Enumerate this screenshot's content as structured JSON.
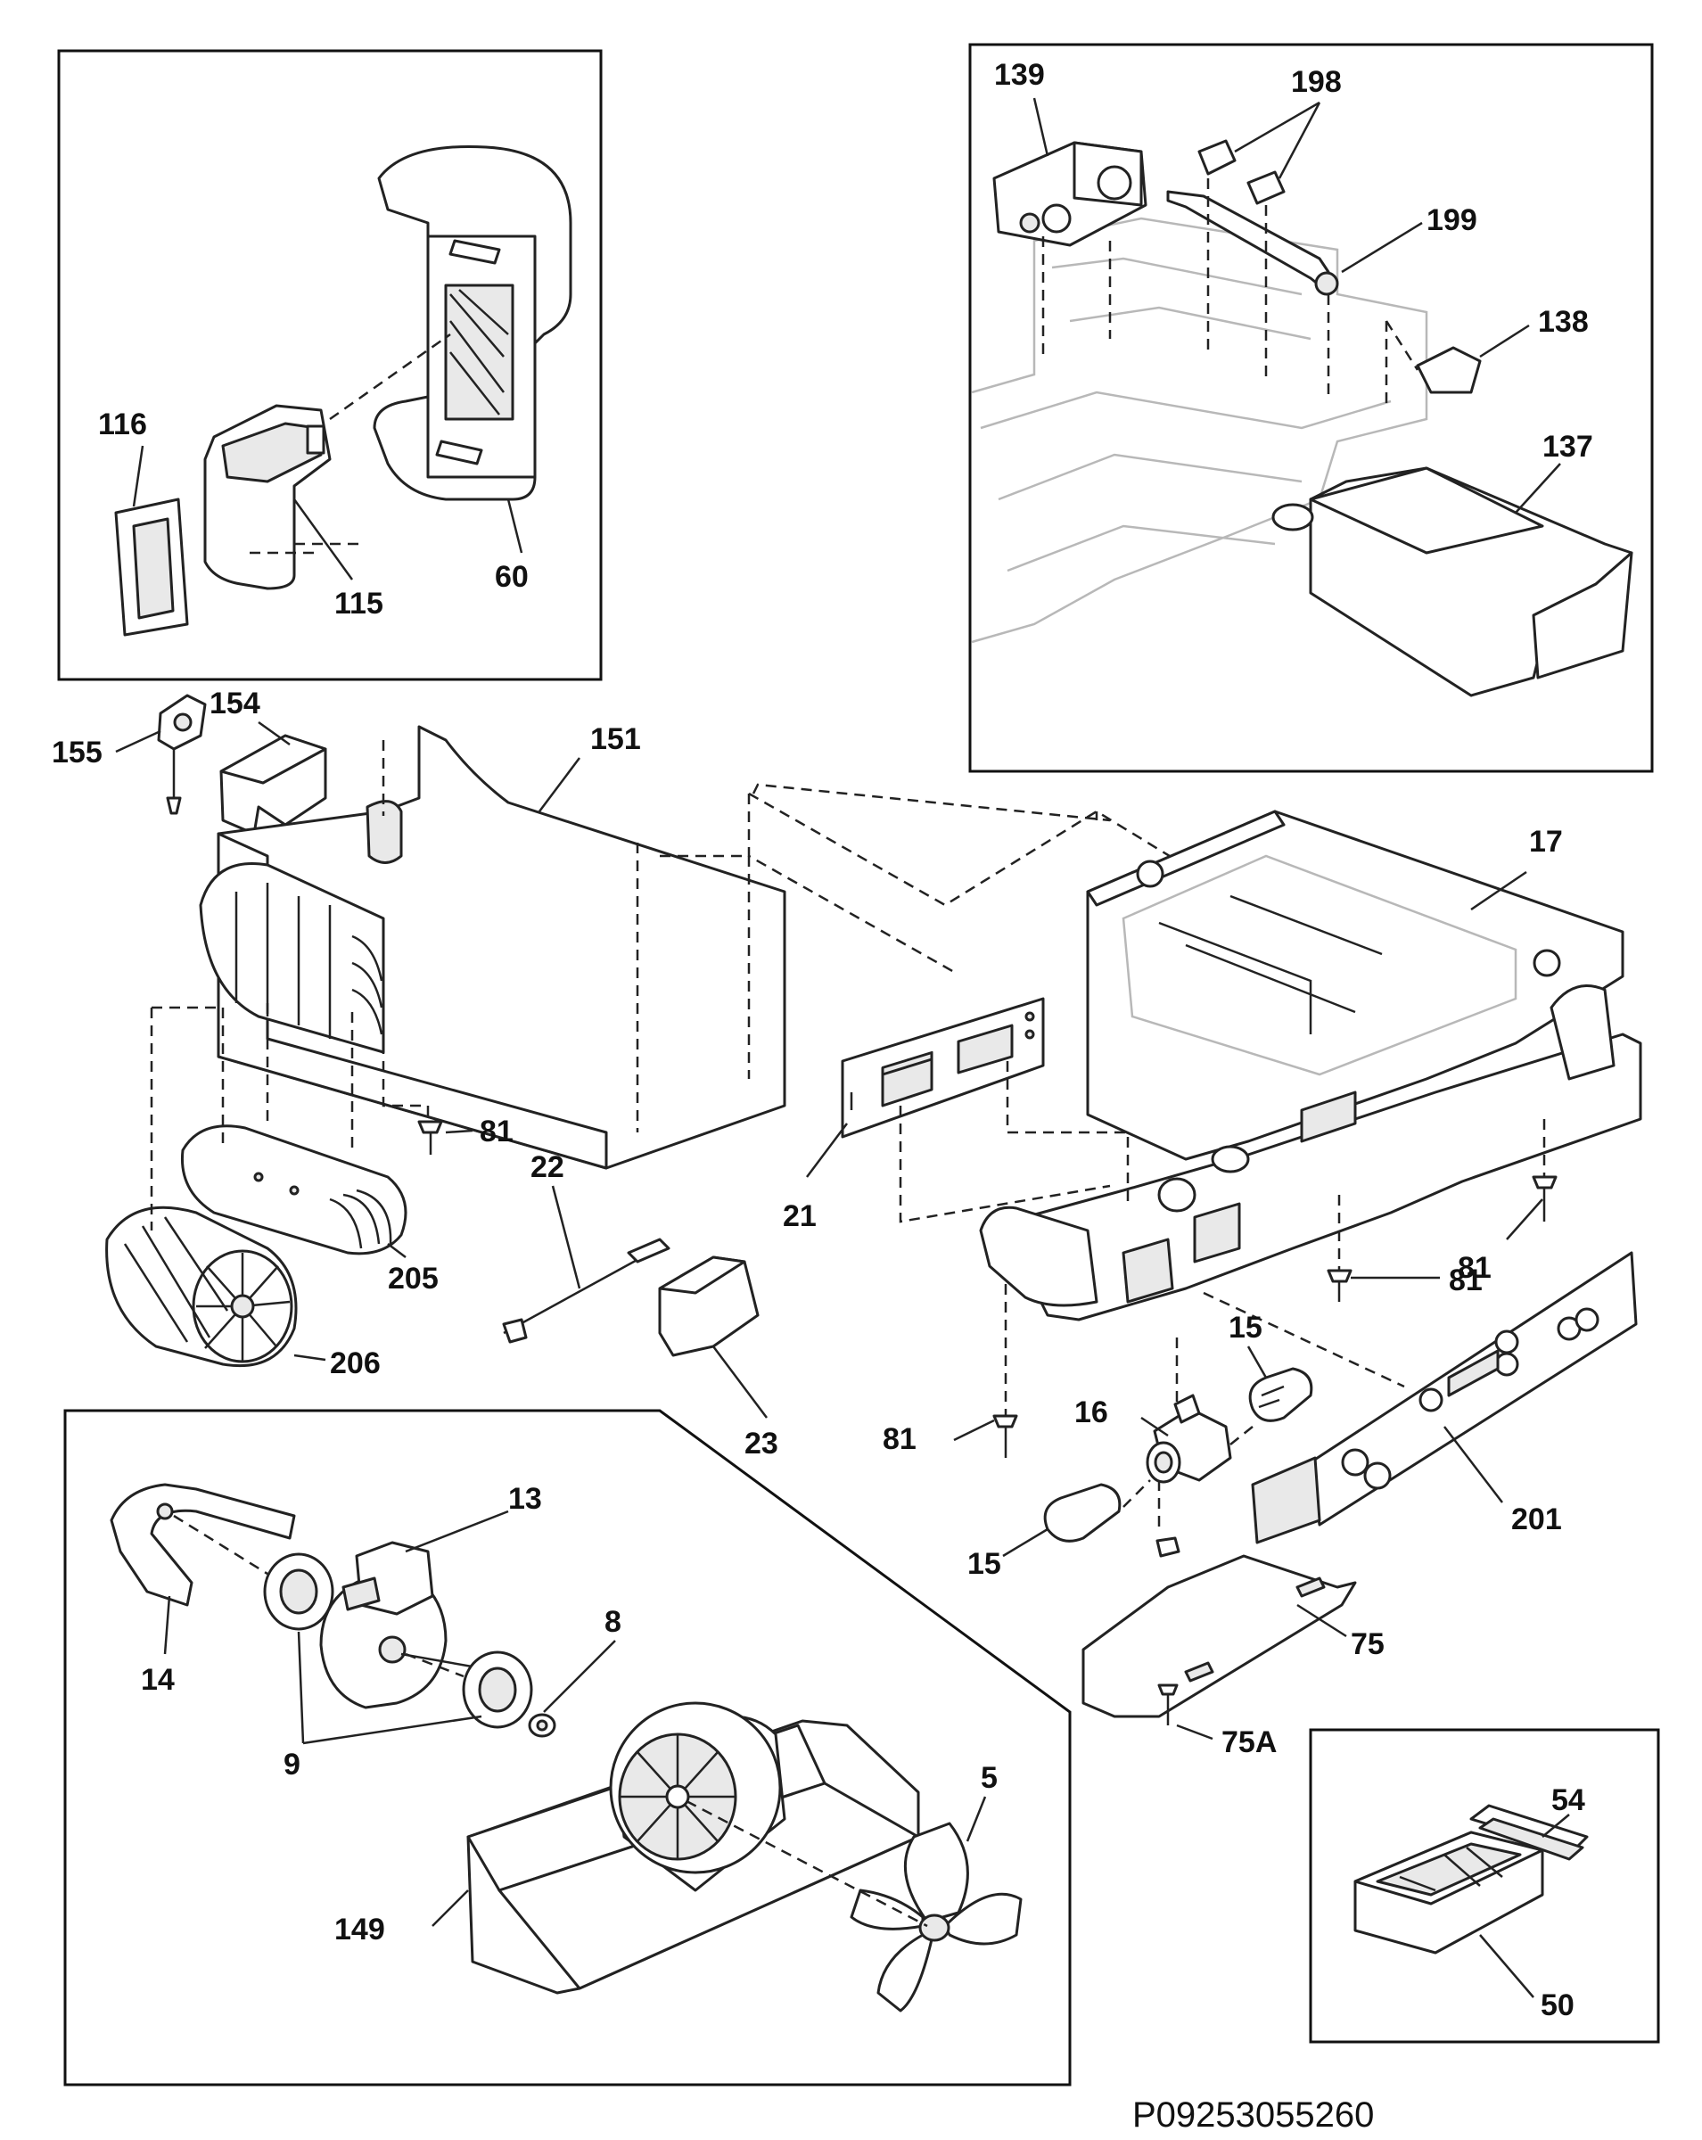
{
  "diagram_code": "P09253055260",
  "part_labels": {
    "p116": "116",
    "p115": "115",
    "p60": "60",
    "p139": "139",
    "p198": "198",
    "p199": "199",
    "p138": "138",
    "p137": "137",
    "p155": "155",
    "p154": "154",
    "p151": "151",
    "p17": "17",
    "p81a": "81",
    "p81b": "81",
    "p81c": "81",
    "p81d": "81",
    "p22": "22",
    "p21": "21",
    "p205": "205",
    "p206": "206",
    "p23": "23",
    "p15a": "15",
    "p15b": "15",
    "p16": "16",
    "p201": "201",
    "p75": "75",
    "p75A": "75A",
    "p13": "13",
    "p14": "14",
    "p8": "8",
    "p9": "9",
    "p5": "5",
    "p149": "149",
    "p54": "54",
    "p50": "50"
  }
}
